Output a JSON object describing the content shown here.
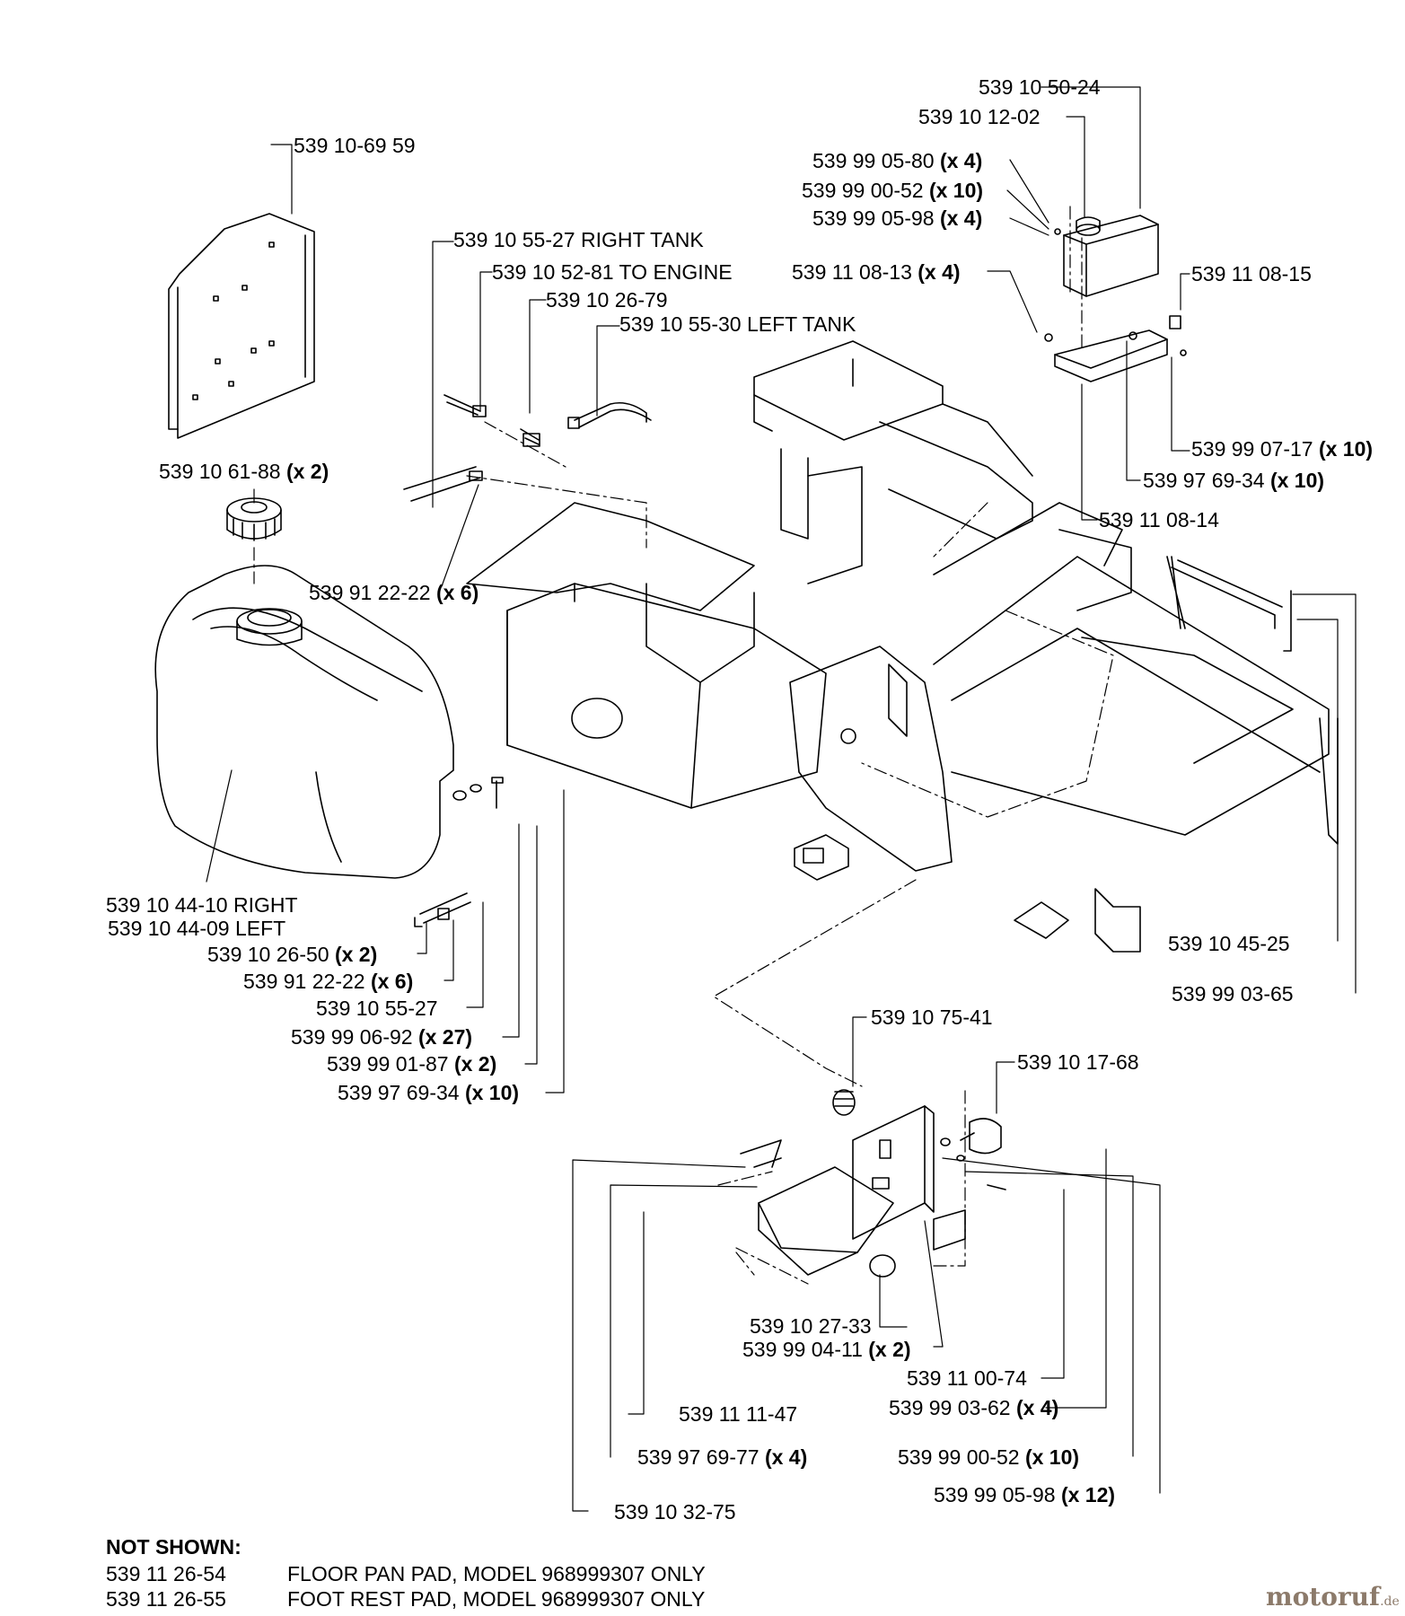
{
  "callouts": [
    {
      "part": "539 10-69 59",
      "qty": ""
    },
    {
      "part": "539 10 55-27 RIGHT TANK",
      "qty": ""
    },
    {
      "part": "539 10 52-81 TO ENGINE",
      "qty": ""
    },
    {
      "part": "539 10 26-79",
      "qty": ""
    },
    {
      "part": "539 10 55-30 LEFT TANK",
      "qty": ""
    },
    {
      "part": "539 10 61-88",
      "qty": "(x 2)"
    },
    {
      "part": "539 91 22-22",
      "qty": "(x 6)"
    },
    {
      "part": "539 10 44-10 RIGHT",
      "qty": ""
    },
    {
      "part": "539 10 44-09 LEFT",
      "qty": ""
    },
    {
      "part": "539 10 26-50",
      "qty": "(x 2)"
    },
    {
      "part": "539 91 22-22",
      "qty": "(x 6)"
    },
    {
      "part": "539 10 55-27",
      "qty": ""
    },
    {
      "part": "539 99 06-92",
      "qty": "(x 27)"
    },
    {
      "part": "539 99 01-87",
      "qty": "(x 2)"
    },
    {
      "part": "539 97 69-34",
      "qty": "(x 10)"
    },
    {
      "part": "539 10 50-24",
      "qty": ""
    },
    {
      "part": "539 10 12-02",
      "qty": ""
    },
    {
      "part": "539 99 05-80",
      "qty": "(x 4)"
    },
    {
      "part": "539 99 00-52",
      "qty": "(x 10)"
    },
    {
      "part": "539 99 05-98",
      "qty": "(x 4)"
    },
    {
      "part": "539 11 08-13",
      "qty": "(x 4)"
    },
    {
      "part": "539 11 08-15",
      "qty": ""
    },
    {
      "part": "539 99 07-17",
      "qty": "(x 10)"
    },
    {
      "part": "539 97 69-34",
      "qty": "(x 10)"
    },
    {
      "part": "539 11 08-14",
      "qty": ""
    },
    {
      "part": "539 10 45-25",
      "qty": ""
    },
    {
      "part": "539 99 03-65",
      "qty": ""
    },
    {
      "part": "539 10 75-41",
      "qty": ""
    },
    {
      "part": "539 10 17-68",
      "qty": ""
    },
    {
      "part": "539 10 27-33",
      "qty": ""
    },
    {
      "part": "539 99 04-11",
      "qty": "(x 2)"
    },
    {
      "part": "539 11 00-74",
      "qty": ""
    },
    {
      "part": "539 99 03-62",
      "qty": "(x 4)"
    },
    {
      "part": "539 11 11-47",
      "qty": ""
    },
    {
      "part": "539 97 69-77",
      "qty": "(x 4)"
    },
    {
      "part": "539 99 00-52",
      "qty": "(x 10)"
    },
    {
      "part": "539 99 05-98",
      "qty": "(x 12)"
    },
    {
      "part": "539 10 32-75",
      "qty": ""
    }
  ],
  "not_shown": {
    "title": "NOT SHOWN:",
    "items": [
      {
        "part": "539 11 26-54",
        "desc": "FLOOR PAN PAD, MODEL 968999307 ONLY"
      },
      {
        "part": "539 11 26-55",
        "desc": "FOOT REST PAD, MODEL 968999307 ONLY"
      }
    ]
  },
  "brand": {
    "main": "motoruf",
    "tld": ".de"
  }
}
